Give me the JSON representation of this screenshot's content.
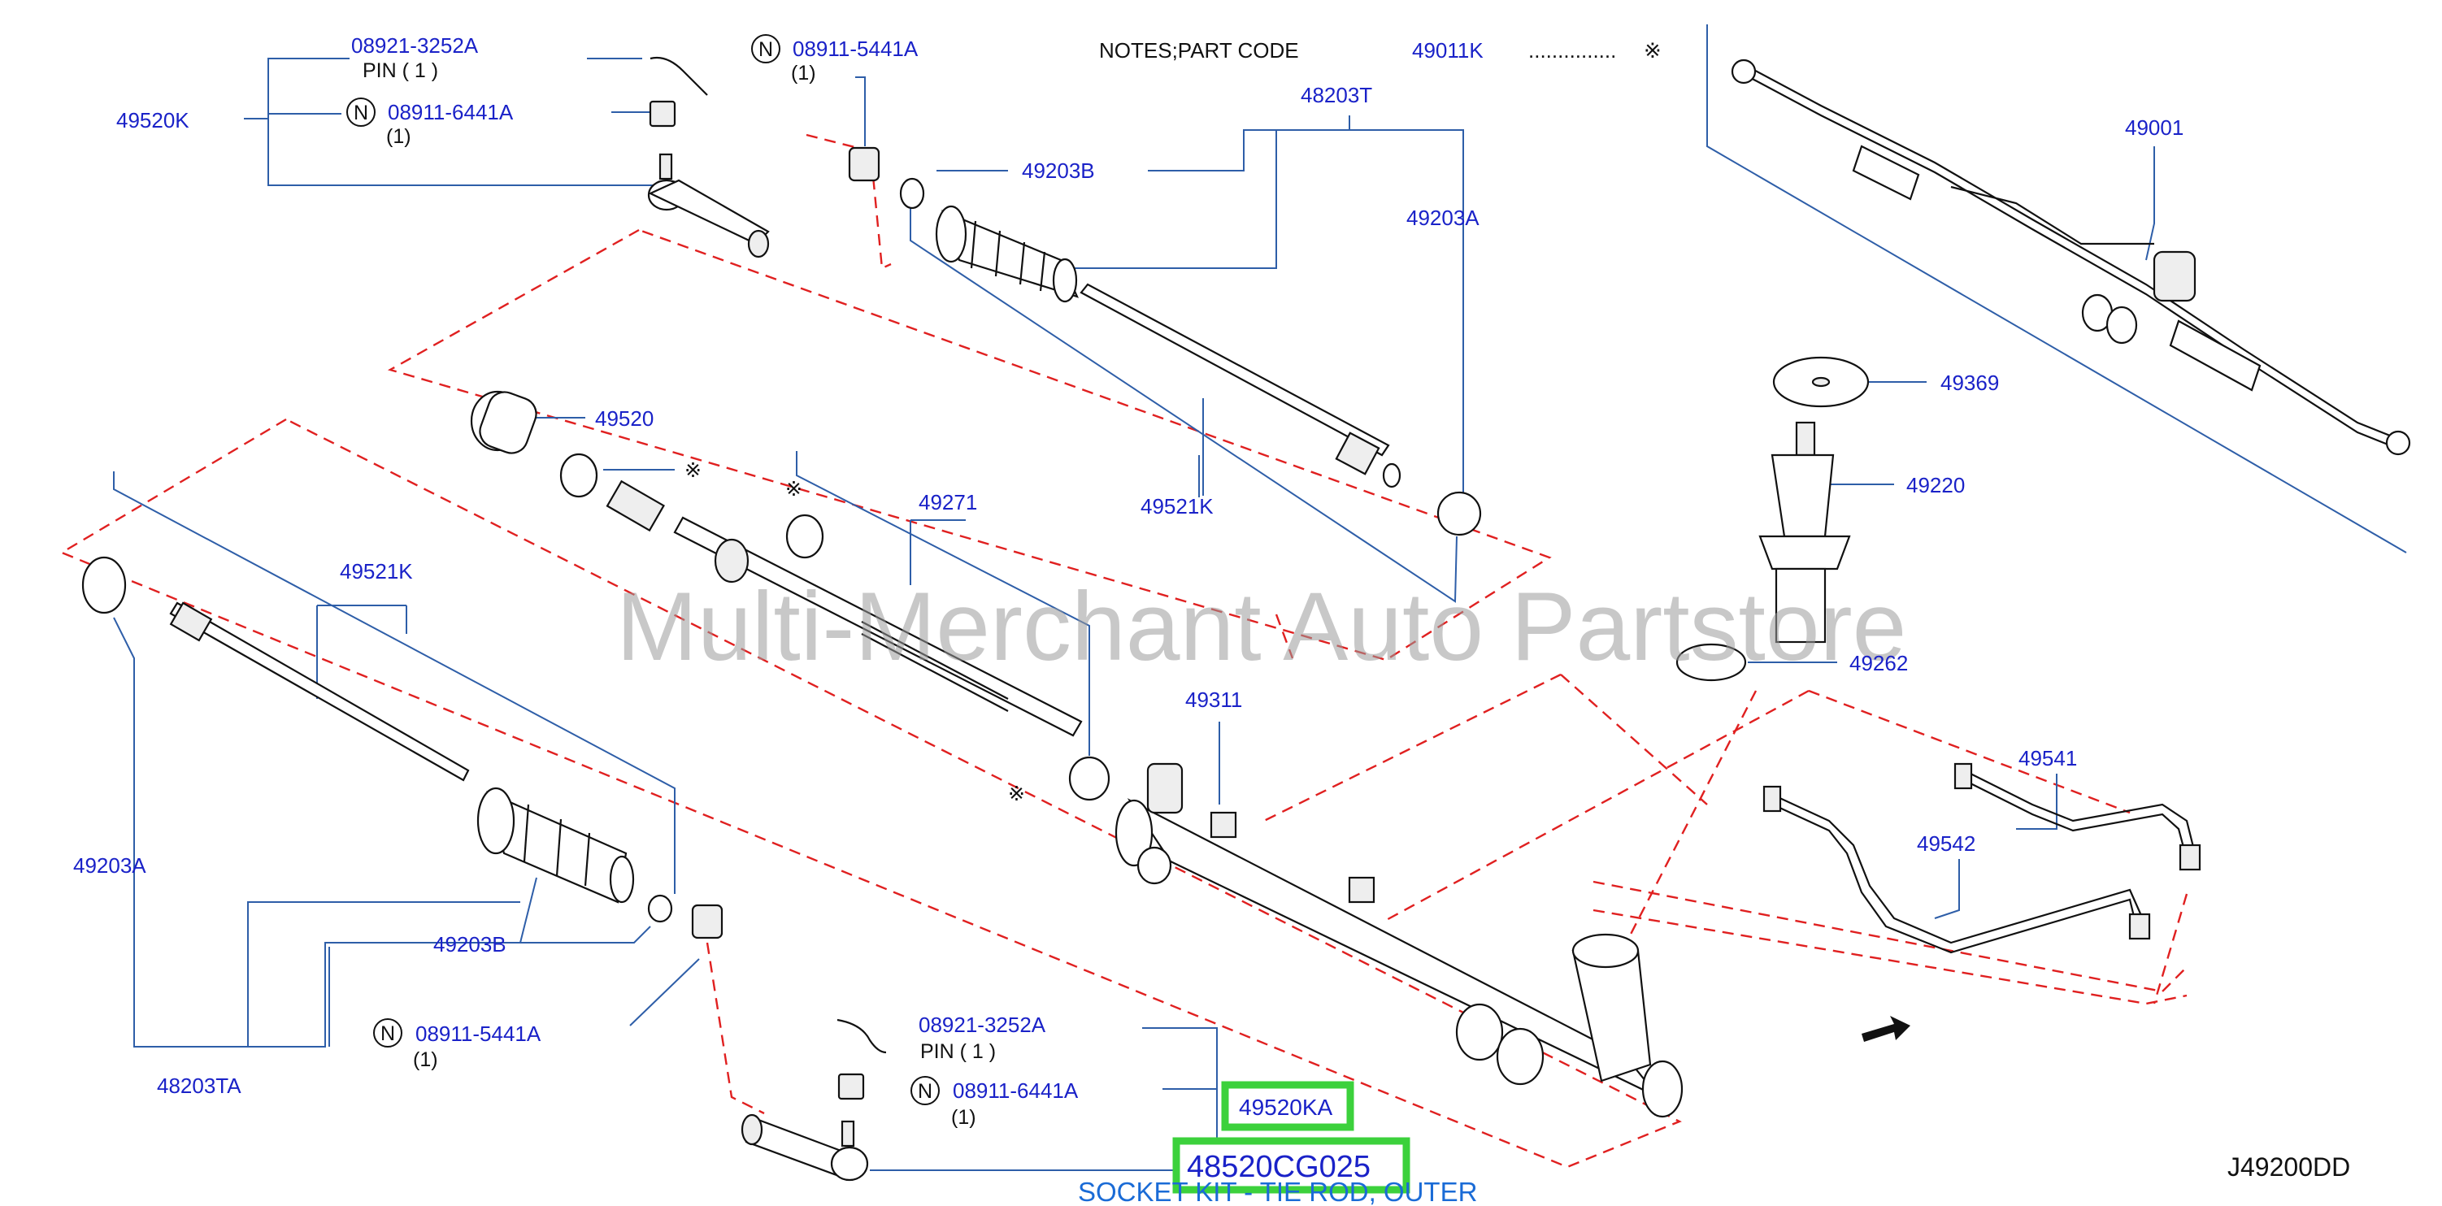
{
  "notes": {
    "text": "NOTES;PART   CODE",
    "code": "49011K",
    "dots": "...............",
    "mark": "※"
  },
  "watermark": "Multi-Merchant Auto Partstore",
  "diagram_code": "J49200DD",
  "highlight": {
    "part_number": "48520CG025",
    "description": "SOCKET KIT - TIE ROD, OUTER",
    "kit": "49520KA"
  },
  "labels": {
    "p08921_top": "08921-3252A",
    "pin_top": "PIN  ( 1 )",
    "p49520K": "49520K",
    "p08911_6441_top": "08911-6441A",
    "qty_6441_top": "(1)",
    "p08911_5441_top": "08911-5441A",
    "qty_5441_top": "(1)",
    "p48203T": "48203T",
    "p49203B_top": "49203B",
    "p49203A_right": "49203A",
    "p49001": "49001",
    "p49369": "49369",
    "p49220": "49220",
    "p49262": "49262",
    "p49520": "49520",
    "p49271": "49271",
    "p49521K_top": "49521K",
    "p49521K_left": "49521K",
    "p49311": "49311",
    "p49541": "49541",
    "p49542": "49542",
    "p49203A_left": "49203A",
    "p49203B_left": "49203B",
    "p08911_5441_bot": "08911-5441A",
    "qty_5441_bot": "(1)",
    "p48203TA": "48203TA",
    "p08921_bot": "08921-3252A",
    "pin_bot": "PIN  ( 1 )",
    "p08911_6441_bot": "08911-6441A",
    "qty_6441_bot": "(1)",
    "ref_mark": "※",
    "n_mark": "N"
  },
  "colors": {
    "label_blue": "#1a22c8",
    "leader_blue": "#2e5ea8",
    "dash_red": "#e02020",
    "highlight_green": "#3cd13c",
    "description_blue": "#1a6bd6"
  }
}
